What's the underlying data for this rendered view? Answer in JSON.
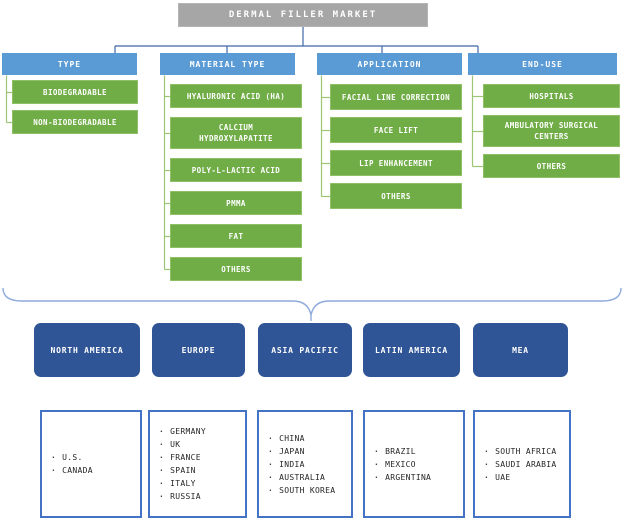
{
  "title": "DERMAL FILLER MARKET",
  "segments": [
    {
      "label": "TYPE",
      "items": [
        "BIODEGRADABLE",
        "NON-BIODEGRADABLE"
      ]
    },
    {
      "label": "MATERIAL TYPE",
      "items": [
        "HYALURONIC ACID (HA)",
        "CALCIUM HYDROXYLAPATITE",
        "POLY-L-LACTIC ACID",
        "PMMA",
        "FAT",
        "OTHERS"
      ]
    },
    {
      "label": "APPLICATION",
      "items": [
        "FACIAL LINE CORRECTION",
        "FACE LIFT",
        "LIP ENHANCEMENT",
        "OTHERS"
      ]
    },
    {
      "label": "END-USE",
      "items": [
        "HOSPITALS",
        "AMBULATORY SURGICAL CENTERS",
        "OTHERS"
      ]
    }
  ],
  "regions": [
    {
      "label": "NORTH AMERICA",
      "countries": [
        "U.S.",
        "CANADA"
      ]
    },
    {
      "label": "EUROPE",
      "countries": [
        "GERMANY",
        "UK",
        "FRANCE",
        "SPAIN",
        "ITALY",
        "RUSSIA"
      ]
    },
    {
      "label": "ASIA PACIFIC",
      "countries": [
        "CHINA",
        "JAPAN",
        "INDIA",
        "AUSTRALIA",
        "SOUTH KOREA"
      ]
    },
    {
      "label": "LATIN AMERICA",
      "countries": [
        "BRAZIL",
        "MEXICO",
        "ARGENTINA"
      ]
    },
    {
      "label": "MEA",
      "countries": [
        "SOUTH AFRICA",
        "SAUDI ARABIA",
        "UAE"
      ]
    }
  ],
  "bullet_char": "·",
  "colors": {
    "root_fill": "#A6A6A6",
    "segment_header_fill": "#5B9BD5",
    "segment_item_fill": "#70AD47",
    "region_fill": "#2F5597",
    "country_border": "#4472C4",
    "connector_blue": "#3F66A8",
    "connector_green": "#9CC575",
    "brace": "#8FAADC"
  }
}
